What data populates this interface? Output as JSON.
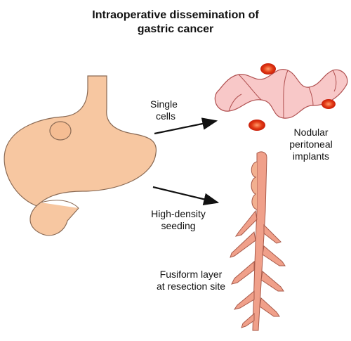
{
  "title": {
    "line1": "Intraoperative dissemination of",
    "line2": "gastric cancer"
  },
  "labels": {
    "single_cells_1": "Single",
    "single_cells_2": "cells",
    "nodular_1": "Nodular",
    "nodular_2": "peritoneal",
    "nodular_3": "implants",
    "high_density_1": "High-density",
    "high_density_2": "seeding",
    "fusiform_1": "Fusiform layer",
    "fusiform_2": "at resection site"
  },
  "colors": {
    "stomach_fill": "#f7c7a1",
    "stomach_stroke": "#8a6a54",
    "intestine_fill": "#f8c8c8",
    "intestine_stroke": "#b05050",
    "implant_fill": "#e02a10",
    "implant_glow": "#ff8a5a",
    "peritoneum_fill": "#f0a08a",
    "peritoneum_stroke": "#a85a4a",
    "arrow": "#111111"
  }
}
